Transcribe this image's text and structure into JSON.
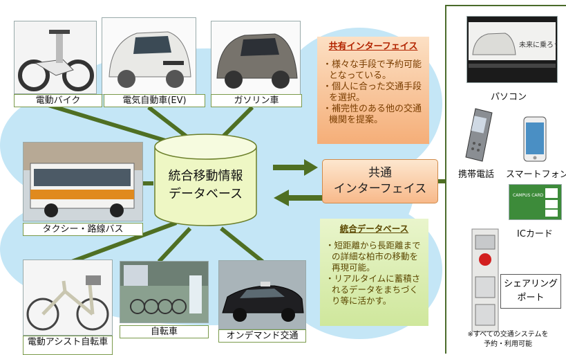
{
  "vehicles": {
    "ebike_label": "電動バイク",
    "ev_label": "電気自動車(EV)",
    "gasoline_label": "ガソリン車",
    "taxi_bus_label": "タクシー・路線バス",
    "assist_bike_label": "電動アシスト自転車",
    "bicycle_label": "自転車",
    "ondemand_label": "オンデマンド交通"
  },
  "database": {
    "line1": "統合移動情報",
    "line2": "データベース"
  },
  "interface": {
    "line1": "共通",
    "line2": "インターフェイス"
  },
  "shared_interface": {
    "title": "共有インターフェイス",
    "bullets": [
      "・様々な手段で予約可能となっている。",
      "・個人に合った交通手段を選択。",
      "・補完性のある他の交通機関を提案。"
    ]
  },
  "integrated_db": {
    "title": "統合データベース",
    "bullets": [
      "・短距離から長距離までの詳細な柏市の移動を再現可能。",
      "・リアルタイムに蓄積されるデータをまちづくり等に活かす。"
    ]
  },
  "devices": {
    "pc_label": "パソコン",
    "pc_screen_text": "未来に乗ろう!",
    "mobile_label": "携帯電話",
    "smartphone_label": "スマートフォン",
    "iccard_label": "ICカード",
    "card_text": "CAMPUS CARD",
    "sharing_line1": "シェアリング",
    "sharing_line2": "ポート",
    "footnote_line1": "※すべての交通システムを",
    "footnote_line2": "予約・利用可能"
  },
  "colors": {
    "cloud": "#c4e6f6",
    "arrow": "#4f6f23",
    "db_fill": "#eef7c4",
    "interface": "#f8b98a",
    "shared_box": "#f5ae78",
    "integ_box": "#cfe79c"
  }
}
